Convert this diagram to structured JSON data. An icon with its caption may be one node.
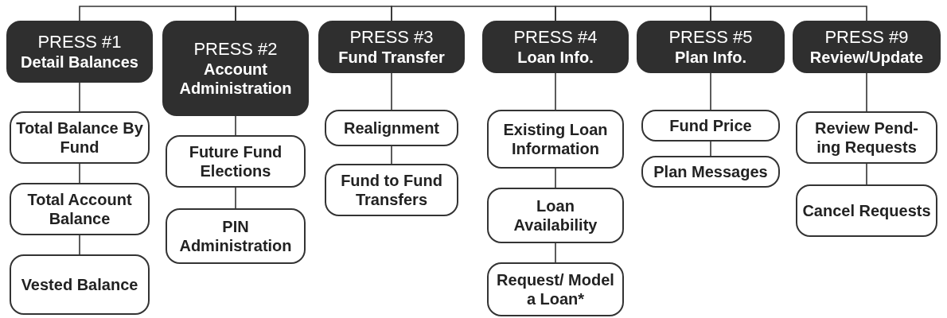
{
  "diagram": {
    "nodes": [
      {
        "text": [
          "PRESS #1",
          "Detail Balances"
        ]
      },
      {
        "text": [
          "Total Balance By Fund"
        ]
      },
      {
        "text": [
          "Total Account Balance"
        ]
      },
      {
        "text": [
          "Vested Balance"
        ]
      },
      {
        "text": [
          "PRESS #2",
          "Account Administration"
        ]
      },
      {
        "text": [
          "Future Fund Elections"
        ]
      },
      {
        "text": [
          "PIN Administration"
        ]
      },
      {
        "text": [
          "PRESS #3",
          "Fund Transfer"
        ]
      },
      {
        "text": [
          "Realignment"
        ]
      },
      {
        "text": [
          "Fund to Fund Transfers"
        ]
      },
      {
        "text": [
          "PRESS #4",
          "Loan Info."
        ]
      },
      {
        "text": [
          "Existing Loan Information"
        ]
      },
      {
        "text": [
          "Loan Availability"
        ]
      },
      {
        "text": [
          "Request/ Model a Loan*"
        ]
      },
      {
        "text": [
          "PRESS #5",
          "Plan Info."
        ]
      },
      {
        "text": [
          "Fund Price"
        ]
      },
      {
        "text": [
          "Plan Messages"
        ]
      },
      {
        "text": [
          "PRESS #9",
          "Review/Update"
        ]
      },
      {
        "text": [
          "Review Pend- ing Requests"
        ]
      },
      {
        "text": [
          "Cancel Requests"
        ]
      }
    ],
    "edges": [
      {
        "from": 0,
        "to": 4,
        "arrow": "none"
      },
      {
        "from": 4,
        "to": 7,
        "arrow": "none"
      },
      {
        "from": 7,
        "to": 10,
        "arrow": "none"
      },
      {
        "from": 10,
        "to": 14,
        "arrow": "none"
      },
      {
        "from": 14,
        "to": 17,
        "arrow": "none"
      },
      {
        "from": 0,
        "to": 1,
        "arrow": "none"
      },
      {
        "from": 1,
        "to": 2,
        "arrow": "none"
      },
      {
        "from": 2,
        "to": 3,
        "arrow": "none"
      },
      {
        "from": 4,
        "to": 5,
        "arrow": "none"
      },
      {
        "from": 5,
        "to": 6,
        "arrow": "none"
      },
      {
        "from": 7,
        "to": 8,
        "arrow": "none"
      },
      {
        "from": 8,
        "to": 9,
        "arrow": "none"
      },
      {
        "from": 10,
        "to": 11,
        "arrow": "none"
      },
      {
        "from": 11,
        "to": 12,
        "arrow": "none"
      },
      {
        "from": 12,
        "to": 13,
        "arrow": "none"
      },
      {
        "from": 14,
        "to": 15,
        "arrow": "none"
      },
      {
        "from": 15,
        "to": 16,
        "arrow": "none"
      },
      {
        "from": 17,
        "to": 18,
        "arrow": "none"
      },
      {
        "from": 18,
        "to": 19,
        "arrow": "none"
      }
    ]
  }
}
